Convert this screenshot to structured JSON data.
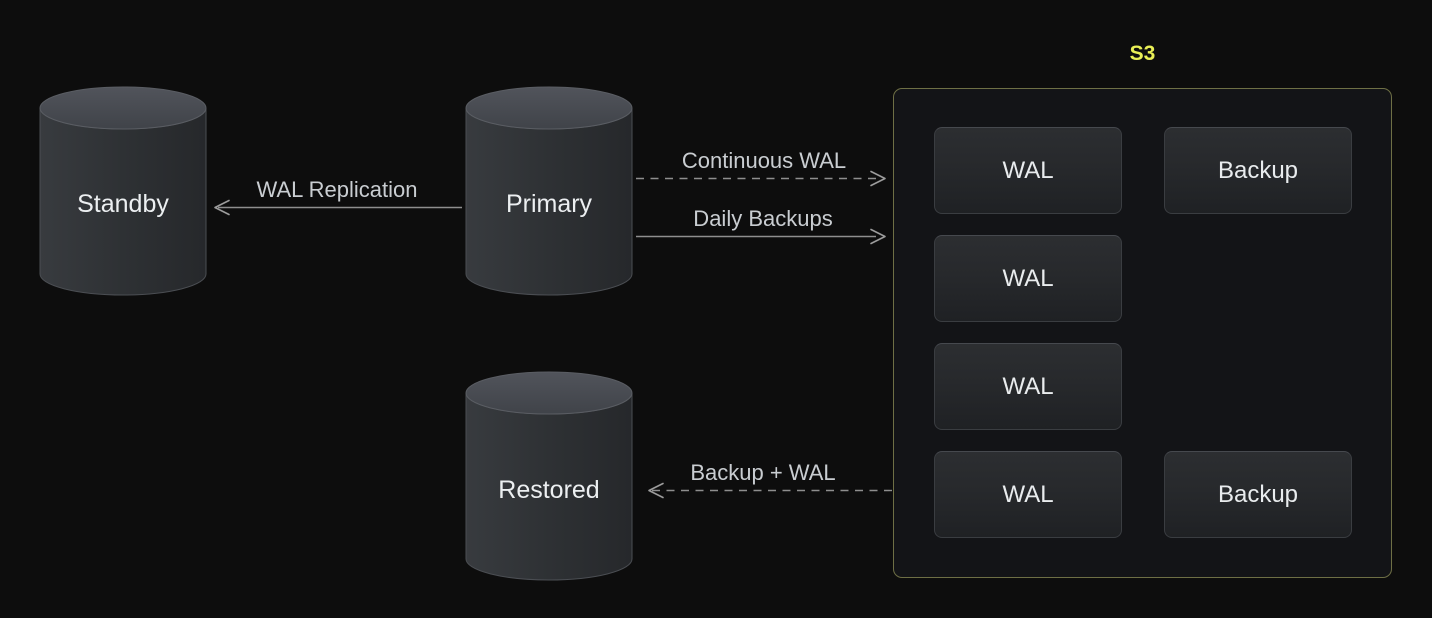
{
  "nodes": {
    "standby": {
      "label": "Standby"
    },
    "primary": {
      "label": "Primary"
    },
    "restored": {
      "label": "Restored"
    }
  },
  "s3": {
    "label": "S3",
    "wal_items": [
      "WAL",
      "WAL",
      "WAL",
      "WAL"
    ],
    "backup_items": [
      "Backup",
      "Backup"
    ]
  },
  "arrows": {
    "wal_replication": {
      "label": "WAL Replication",
      "style": "solid",
      "from": "primary",
      "to": "standby"
    },
    "continuous_wal": {
      "label": "Continuous WAL",
      "style": "dashed",
      "from": "primary",
      "to": "s3"
    },
    "daily_backups": {
      "label": "Daily Backups",
      "style": "solid",
      "from": "primary",
      "to": "s3"
    },
    "backup_plus_wal": {
      "label": "Backup + WAL",
      "style": "dashed",
      "from": "s3",
      "to": "restored"
    }
  },
  "colors": {
    "background": "#0d0d0d",
    "s3_border": "#6e6f45",
    "s3_label": "#e9ef56",
    "s3_panel_background": "#131417",
    "item_background": "#26282b",
    "item_border": "#3a3d41",
    "cylinder_body": "#2e3134",
    "cylinder_top": "#484b51",
    "arrow_line": "#8e8e8e",
    "arrow_label_text": "#c9cdd1",
    "node_label_text": "#eceff1"
  }
}
